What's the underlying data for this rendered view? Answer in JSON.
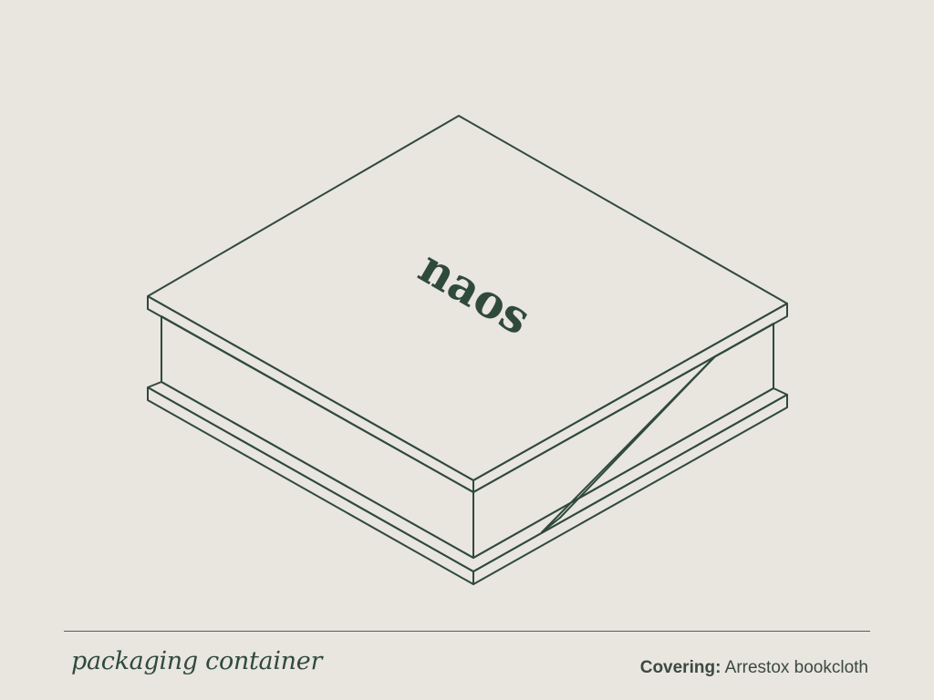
{
  "product": {
    "brand_mark": "naos"
  },
  "footer": {
    "title": "packaging container",
    "spec_label": "Covering:",
    "spec_value": "Arrestox bookcloth"
  },
  "colors": {
    "background": "#e9e5df",
    "line": "#2f4a3b",
    "divider": "#55605a"
  }
}
